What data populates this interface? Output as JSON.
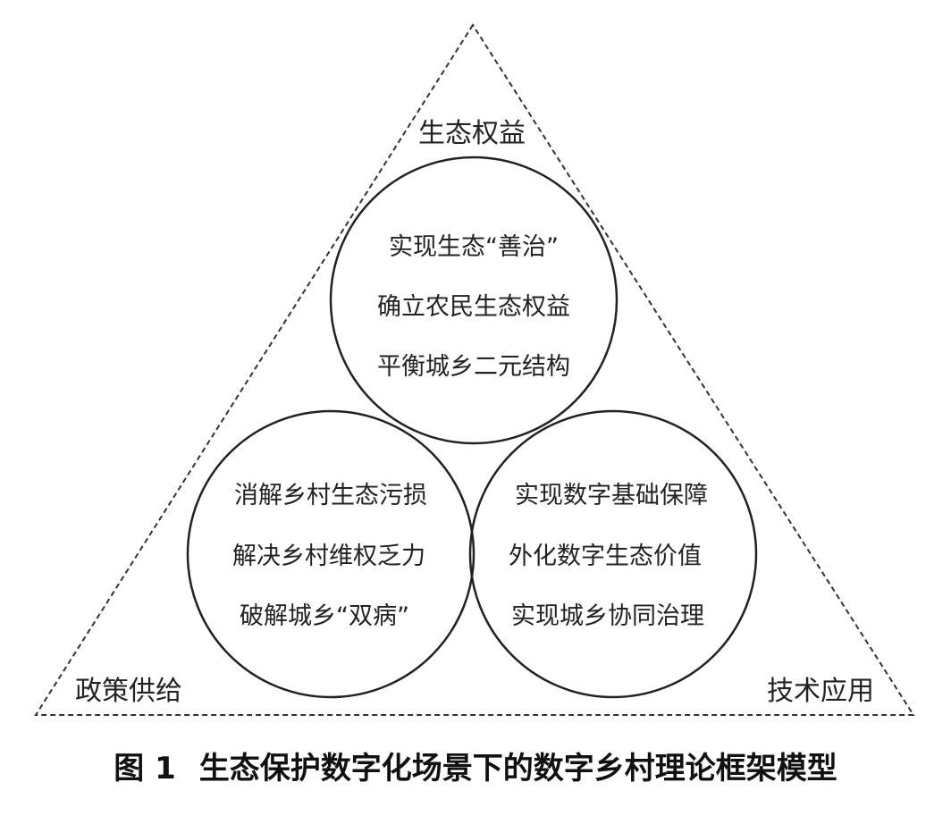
{
  "corners": {
    "top": "生态权益",
    "bottom_left": "政策供给",
    "bottom_right": "技术应用"
  },
  "circles": {
    "top": [
      "实现生态“善治”",
      "确立农民生态权益",
      "平衡城乡二元结构"
    ],
    "left": [
      "消解乡村生态污损",
      "解决乡村维权乏力",
      "破解城乡“双病”"
    ],
    "right": [
      "实现数字基础保障",
      "外化数字生态价值",
      "实现城乡协同治理"
    ]
  },
  "caption": {
    "number": "图 1",
    "title": "生态保护数字化场景下的数字乡村理论框架模型"
  }
}
